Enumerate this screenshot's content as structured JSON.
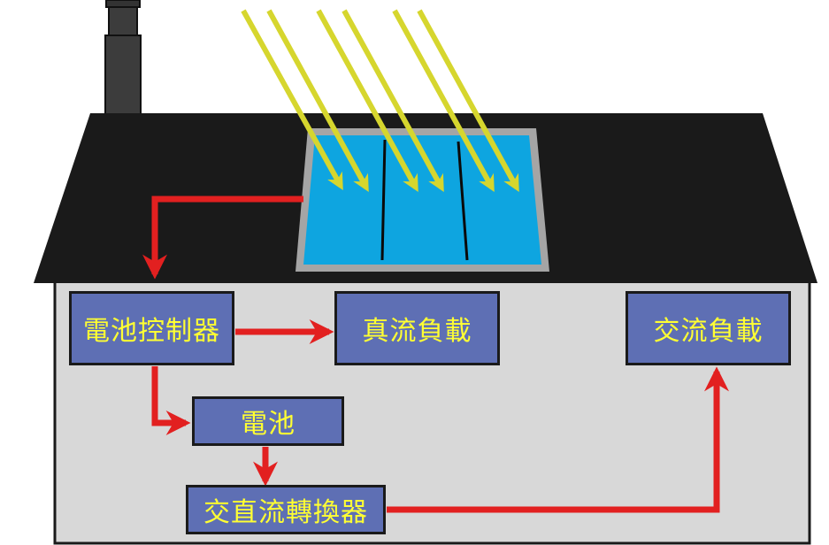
{
  "diagram": {
    "nodes": [
      {
        "id": "controller",
        "label": "電池控制器"
      },
      {
        "id": "dc_load",
        "label": "真流負載"
      },
      {
        "id": "battery",
        "label": "電池"
      },
      {
        "id": "inverter",
        "label": "交直流轉換器"
      },
      {
        "id": "ac_load",
        "label": "交流負載"
      }
    ],
    "edges": [
      {
        "from": "solar_panel",
        "to": "controller"
      },
      {
        "from": "controller",
        "to": "dc_load"
      },
      {
        "from": "controller",
        "to": "battery"
      },
      {
        "from": "battery",
        "to": "inverter"
      },
      {
        "from": "inverter",
        "to": "ac_load"
      }
    ]
  },
  "colors": {
    "box_fill": "#5e6fb4",
    "box_text": "#ffff33",
    "arrow": "#e22020",
    "sunbeam": "#d6d62e",
    "panel_cell": "#0ea5e0",
    "panel_frame": "#a5a5a5",
    "roof": "#1a1a1a",
    "wall": "#d8d8d8"
  }
}
